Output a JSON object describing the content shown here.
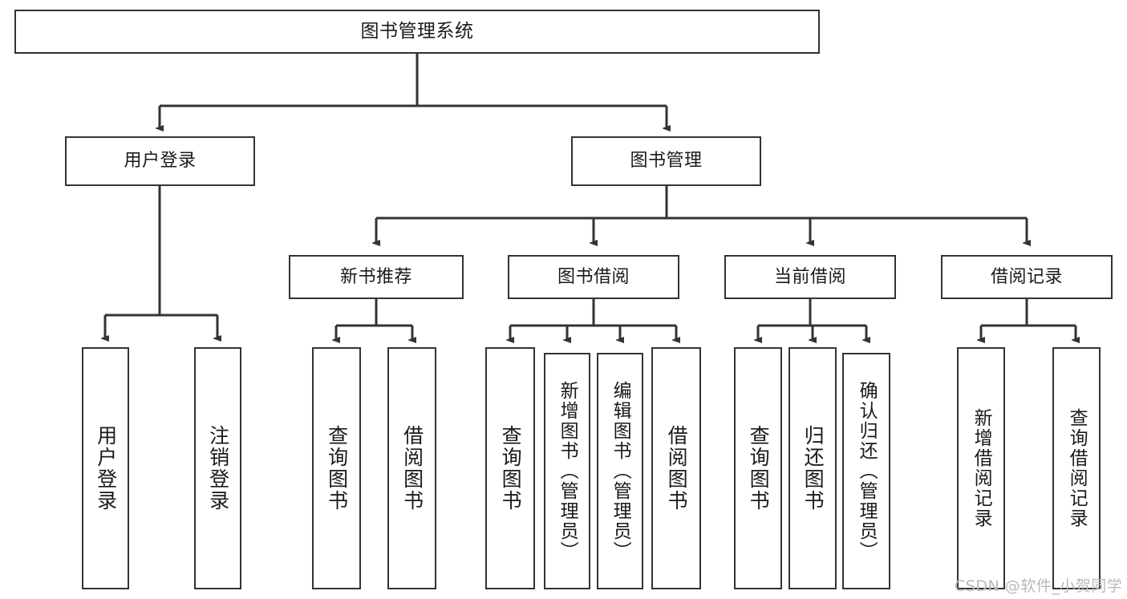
{
  "diagram": {
    "title": "图书管理系统",
    "type": "tree-hierarchy",
    "watermark": "CSDN @软件_小贺同学",
    "colors": {
      "stroke": "#333333",
      "box_fill": "#ffffff",
      "text": "#1a1a1a",
      "watermark": "#b9b9b9",
      "background": "#ffffff"
    },
    "nodes": {
      "root": {
        "label": "图书管理系统",
        "level": 1,
        "orientation": "horizontal"
      },
      "l2": [
        {
          "id": "user-login",
          "label": "用户登录",
          "level": 2,
          "orientation": "horizontal"
        },
        {
          "id": "book-manage",
          "label": "图书管理",
          "level": 2,
          "orientation": "horizontal"
        }
      ],
      "l3": [
        {
          "id": "new-book-recommend",
          "label": "新书推荐",
          "level": 3,
          "orientation": "horizontal"
        },
        {
          "id": "book-borrow",
          "label": "图书借阅",
          "level": 3,
          "orientation": "horizontal"
        },
        {
          "id": "current-borrow",
          "label": "当前借阅",
          "level": 3,
          "orientation": "horizontal"
        },
        {
          "id": "borrow-record",
          "label": "借阅记录",
          "level": 3,
          "orientation": "horizontal"
        }
      ],
      "leaves": {
        "user_login": [
          {
            "id": "leaf-user-login",
            "label": "用户登录"
          },
          {
            "id": "leaf-user-logout",
            "label": "注销登录"
          }
        ],
        "new_book_recommend": [
          {
            "id": "leaf-query-book-1",
            "label": "查询图书"
          },
          {
            "id": "leaf-borrow-book-1",
            "label": "借阅图书"
          }
        ],
        "book_borrow": [
          {
            "id": "leaf-query-book-2",
            "label": "查询图书"
          },
          {
            "id": "leaf-add-book",
            "label": "新增图书（管理员）"
          },
          {
            "id": "leaf-edit-book",
            "label": "编辑图书（管理员）"
          },
          {
            "id": "leaf-borrow-book-2",
            "label": "借阅图书"
          }
        ],
        "current_borrow": [
          {
            "id": "leaf-query-book-3",
            "label": "查询图书"
          },
          {
            "id": "leaf-return-book",
            "label": "归还图书"
          },
          {
            "id": "leaf-confirm-return",
            "label": "确认归还（管理员）"
          }
        ],
        "borrow_record": [
          {
            "id": "leaf-add-record",
            "label": "新增借阅记录"
          },
          {
            "id": "leaf-query-record",
            "label": "查询借阅记录"
          }
        ]
      }
    }
  }
}
